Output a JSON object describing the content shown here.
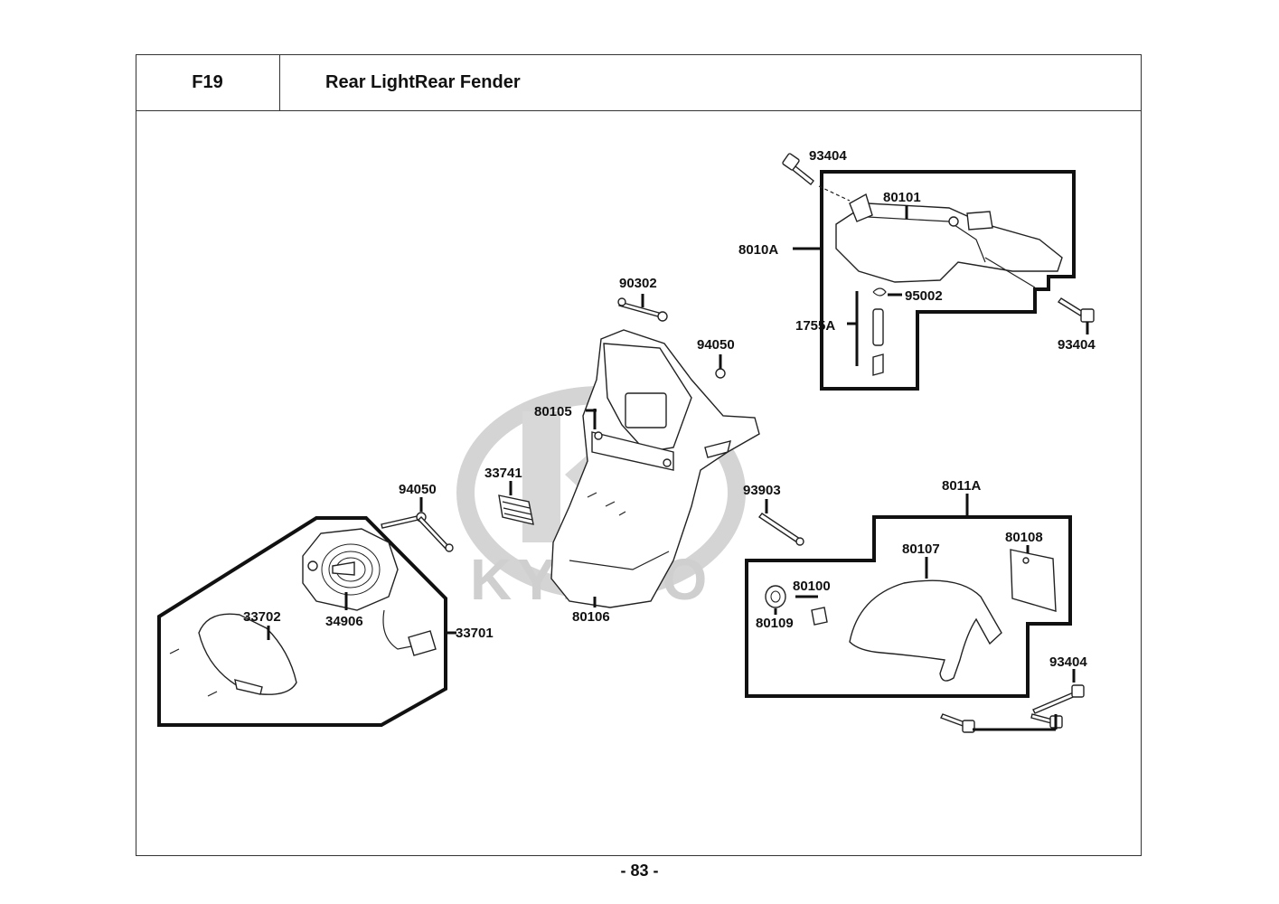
{
  "header": {
    "code": "F19",
    "title": "Rear LightRear Fender"
  },
  "watermark": "KYMCO",
  "page_number": "- 83 -",
  "parts": {
    "p93404_top": "93404",
    "p80101": "80101",
    "p8010A": "8010A",
    "p95002": "95002",
    "p1755A": "1755A",
    "p93404_right": "93404",
    "p90302": "90302",
    "p94050_top": "94050",
    "p80105": "80105",
    "p33741": "33741",
    "p94050_left": "94050",
    "p93903": "93903",
    "p8011A": "8011A",
    "p80108": "80108",
    "p80107": "80107",
    "p80100": "80100",
    "p80109": "80109",
    "p80106": "80106",
    "p33702": "33702",
    "p34906": "34906",
    "p33701": "33701",
    "p93404_bottom": "93404"
  }
}
